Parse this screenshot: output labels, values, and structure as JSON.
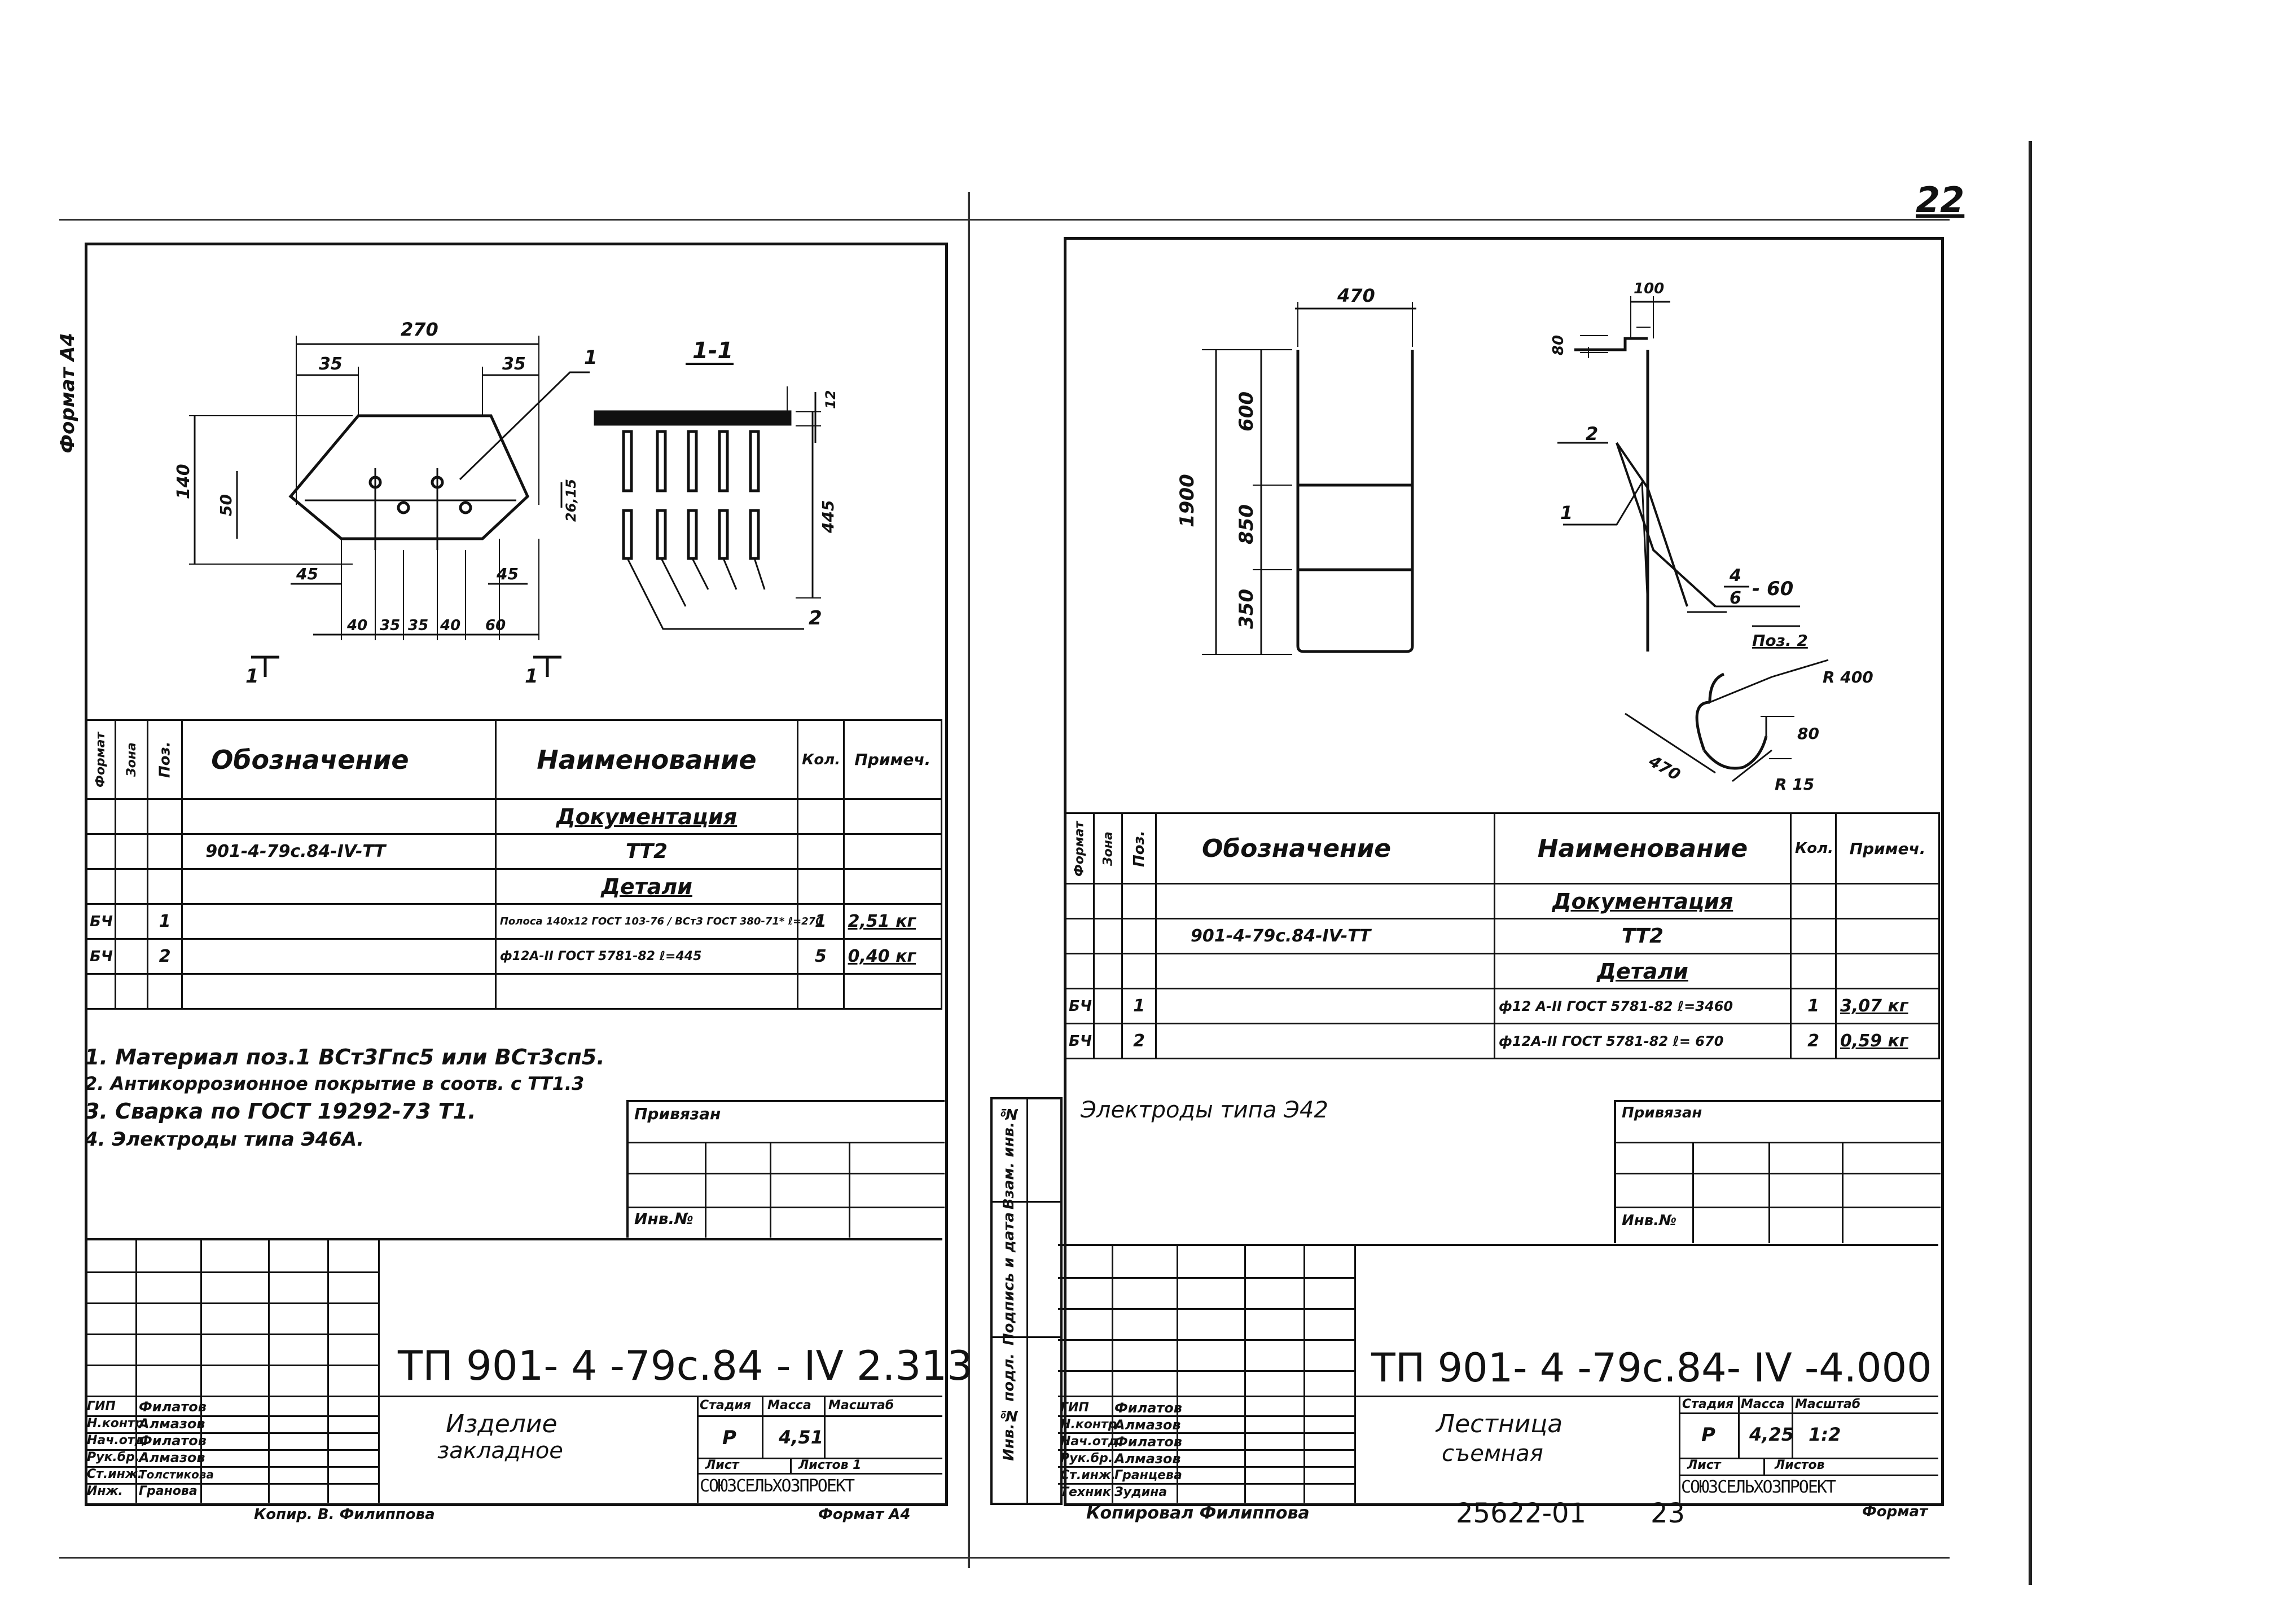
{
  "page_number": "22",
  "left_sheet": {
    "side_label": "Формат А4",
    "drawing": {
      "dim_total_width": "270",
      "dim_left_offset": "35",
      "dim_right_offset": "35",
      "dim_height": "140",
      "dim_height_inner": "50",
      "dim_right_small": "26,15",
      "dim_left_bottom": "45",
      "dim_right_bottom": "45",
      "dim_chain": [
        "40",
        "35",
        "35",
        "40",
        "60"
      ],
      "section_label": "1-1",
      "section_marks": [
        "1",
        "1"
      ],
      "callout_1": "1",
      "callout_2": "2",
      "dim_thickness": "12",
      "dim_length": "445"
    },
    "spec": {
      "headers": [
        "Формат",
        "Зона",
        "Поз.",
        "Обозначение",
        "Наименование",
        "Кол.",
        "Примеч."
      ],
      "rows": [
        {
          "fmt": "",
          "zone": "",
          "pos": "",
          "designation": "",
          "name": "Документация",
          "qty": "",
          "note": ""
        },
        {
          "fmt": "",
          "zone": "",
          "pos": "",
          "designation": "901-4-79с.84-IV-ТТ",
          "name": "ТТ2",
          "qty": "",
          "note": ""
        },
        {
          "fmt": "",
          "zone": "",
          "pos": "",
          "designation": "",
          "name": "Детали",
          "qty": "",
          "note": ""
        },
        {
          "fmt": "БЧ",
          "zone": "",
          "pos": "1",
          "designation": "",
          "name": "Полоса 140x12 ГОСТ 103-76 / ВСт3 ГОСТ 380-71* ℓ=270",
          "qty": "1",
          "note": "2,51 кг"
        },
        {
          "fmt": "БЧ",
          "zone": "",
          "pos": "2",
          "designation": "",
          "name": "ф12А-II ГОСТ 5781-82  ℓ=445",
          "qty": "5",
          "note": "0,40 кг"
        },
        {
          "fmt": "",
          "zone": "",
          "pos": "",
          "designation": "",
          "name": "",
          "qty": "",
          "note": ""
        }
      ]
    },
    "notes": [
      "1. Материал поз.1 ВСт3Гпс5 или ВСт3сп5.",
      "2. Антикоррозионное покрытие в соотв. с ТТ1.3",
      "3. Сварка по ГОСТ 19292-73 Т1.",
      "4. Электроды типа Э46А."
    ],
    "privyazan": "Привязан",
    "inv_no": "Инв.№",
    "title_block": {
      "code": "ТП 901- 4 -79с.84 - IV  2.313",
      "item_name_1": "Изделие",
      "item_name_2": "закладное",
      "stadia_label": "Стадия",
      "massa_label": "Масса",
      "masshtab_label": "Масштаб",
      "stadia": "Р",
      "massa": "4,51",
      "masshtab": "",
      "list_label": "Лист",
      "listov_label": "Листов 1",
      "org": "СОЮЗСЕЛЬХОЗПРОЕКТ",
      "roles": [
        "ГИП",
        "Н.контр.",
        "Нач.отд.",
        "Рук.бр.",
        "Ст.инж.",
        "Инж."
      ],
      "names": [
        "Филатов",
        "Алмазов",
        "Филатов",
        "Алмазов",
        "Толстикова",
        "Гранова"
      ],
      "copied": "Копир. В. Филиппова",
      "format": "Формат А4"
    }
  },
  "right_sheet": {
    "drawing": {
      "dim_width": "470",
      "dim_height_total": "1900",
      "dim_segments": [
        "600",
        "850",
        "350"
      ],
      "dim_hook": "100",
      "dim_hook_v": "80",
      "callout_1": "1",
      "callout_2": "2",
      "weld_num": "4",
      "weld_den": "6",
      "weld_len": "- 60",
      "pos_label": "Поз. 2",
      "radius_1": "R 400",
      "radius_2": "R 15",
      "dim_bottom": "470",
      "dim_small": "80"
    },
    "spec": {
      "headers": [
        "Формат",
        "Зона",
        "Поз.",
        "Обозначение",
        "Наименование",
        "Кол.",
        "Примеч."
      ],
      "rows": [
        {
          "fmt": "",
          "zone": "",
          "pos": "",
          "designation": "",
          "name": "Документация",
          "qty": "",
          "note": ""
        },
        {
          "fmt": "",
          "zone": "",
          "pos": "",
          "designation": "901-4-79с.84-IV-ТТ",
          "name": "ТТ2",
          "qty": "",
          "note": ""
        },
        {
          "fmt": "",
          "zone": "",
          "pos": "",
          "designation": "",
          "name": "Детали",
          "qty": "",
          "note": ""
        },
        {
          "fmt": "БЧ",
          "zone": "",
          "pos": "1",
          "designation": "",
          "name": "ф12 А-II ГОСТ 5781-82 ℓ=3460",
          "qty": "1",
          "note": "3,07 кг"
        },
        {
          "fmt": "БЧ",
          "zone": "",
          "pos": "2",
          "designation": "",
          "name": "ф12А-II ГОСТ 5781-82 ℓ= 670",
          "qty": "2",
          "note": "0,59 кг"
        }
      ]
    },
    "notes": [
      "Электроды типа Э42"
    ],
    "privyazan": "Привязан",
    "inv_no": "Инв.№",
    "side_stamp": [
      "Инв.№ подл.",
      "Подпись и дата",
      "Взам. инв.№"
    ],
    "title_block": {
      "code": "ТП 901- 4 -79с.84- IV -4.000",
      "item_name_1": "Лестница",
      "item_name_2": "съемная",
      "stadia_label": "Стадия",
      "massa_label": "Масса",
      "masshtab_label": "Масштаб",
      "stadia": "Р",
      "massa": "4,25",
      "masshtab": "1:2",
      "list_label": "Лист",
      "listov_label": "Листов",
      "org": "СОЮЗСЕЛЬХОЗПРОЕКТ",
      "roles": [
        "ГИП",
        "Н.контр.",
        "Нач.отд.",
        "Рук.бр.",
        "Ст.инж.",
        "Техник"
      ],
      "names": [
        "Филатов",
        "Алмазов",
        "Филатов",
        "Алмазов",
        "Гранцева",
        "Зудина"
      ],
      "copied": "Копировал   Филиппова",
      "doc_number": "25622-01",
      "sheet_no": "23",
      "format": "Формат"
    }
  }
}
